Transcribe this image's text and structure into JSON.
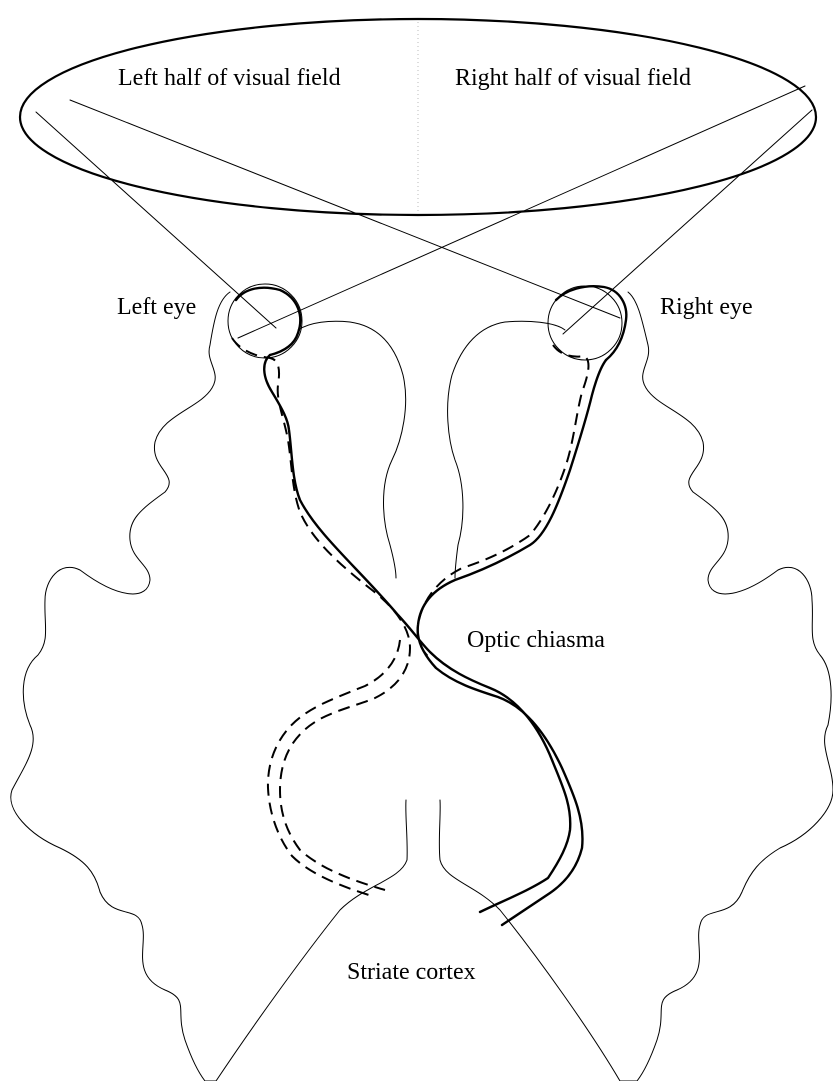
{
  "labels": {
    "left_field": "Left half of visual field",
    "right_field": "Right half of visual field",
    "left_eye": "Left eye",
    "right_eye": "Right eye",
    "optic_chiasma": "Optic chiasma",
    "striate_cortex": "Striate cortex"
  },
  "legend": {
    "solid_line": "",
    "dashed_line": ""
  }
}
